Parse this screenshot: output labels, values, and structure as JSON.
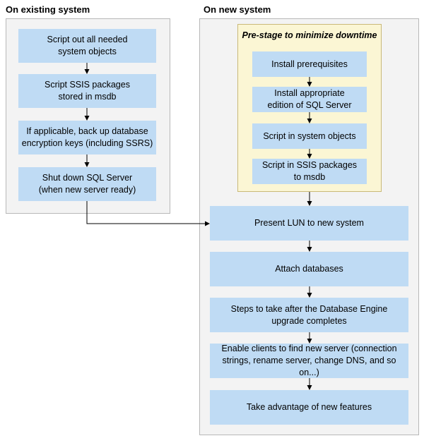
{
  "left": {
    "heading": "On existing system",
    "steps": [
      "Script out all needed\nsystem objects",
      "Script SSIS packages\nstored in msdb",
      "If applicable, back up database\nencryption keys (including SSRS)",
      "Shut down SQL Server\n(when new server ready)"
    ]
  },
  "right": {
    "heading": "On new system",
    "prestage_title": "Pre-stage to minimize downtime",
    "prestage_steps": [
      "Install prerequisites",
      "Install appropriate\nedition of SQL Server",
      "Script in system objects",
      "Script in SSIS packages\nto msdb"
    ],
    "steps": [
      "Present LUN to new system",
      "Attach databases",
      "Steps to take after the Database Engine\nupgrade completes",
      "Enable clients to find new server (connection\nstrings, rename server, change DNS, and so on...)",
      "Take advantage of new features"
    ]
  },
  "colors": {
    "box_fill": "#bfdbf4",
    "panel_fill": "#f3f3f3",
    "prestage_fill": "#fbf6d4"
  }
}
